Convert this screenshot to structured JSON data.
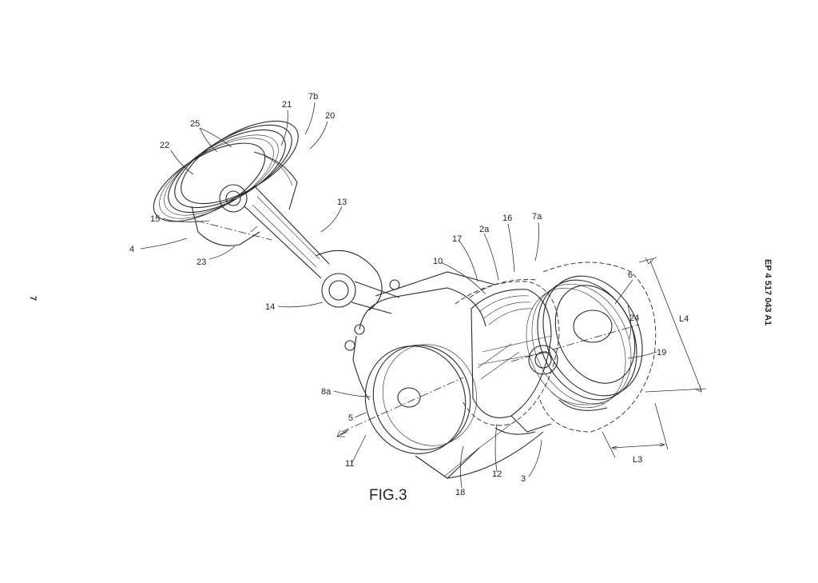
{
  "header": {
    "page_number": "7",
    "publication_number": "EP 4 517 043 A1"
  },
  "figure": {
    "caption": "FIG.3"
  },
  "labels": {
    "l25": "25",
    "l21": "21",
    "l7b": "7b",
    "l20": "20",
    "l22": "22",
    "l15": "15",
    "l13": "13",
    "l4": "4",
    "l23": "23",
    "l14": "14",
    "l17": "17",
    "l2a": "2a",
    "l16": "16",
    "l7a": "7a",
    "l10": "10",
    "l6": "6",
    "l24": "24",
    "lL4": "L4",
    "l19": "19",
    "l8a": "8a",
    "l5": "5",
    "l11": "11",
    "l18": "18",
    "l12": "12",
    "l3": "3",
    "lL3": "L3"
  },
  "icons": [
    "connecting-rod-drawing",
    "piston-drawing",
    "crankshaft-drawing",
    "cylinder-drawing"
  ]
}
